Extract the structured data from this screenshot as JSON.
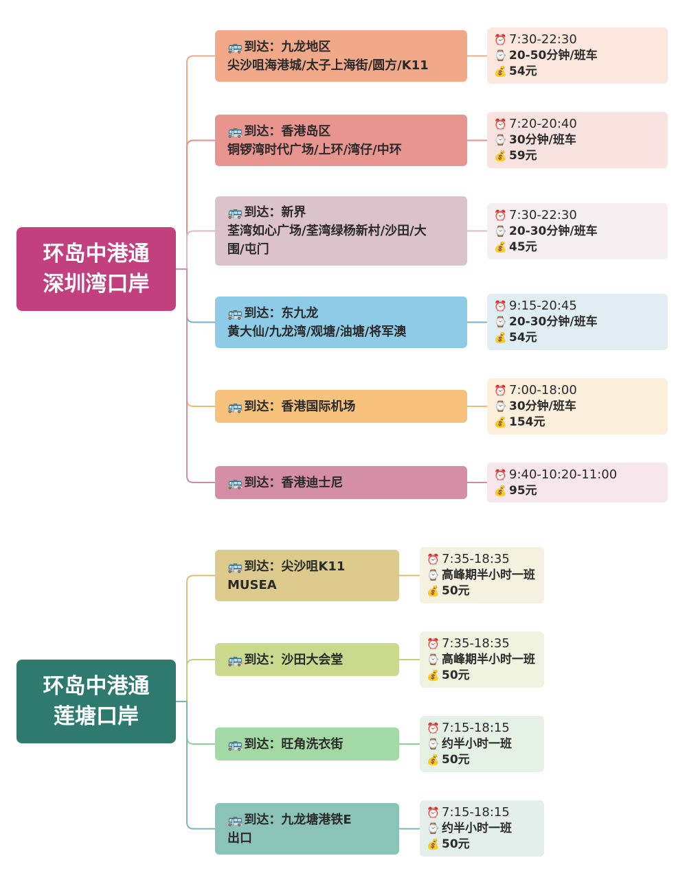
{
  "groups": [
    {
      "title": [
        "环岛中港通",
        "深圳湾口岸"
      ],
      "color": "#c2407e",
      "routes": [
        {
          "dest": "到达：九龙地区",
          "sub": [
            "尖沙咀海港城/太子上海街/圆方/K11"
          ],
          "color": "#f2a98a",
          "info_color": "#fbe7dd",
          "line_color": "#f0a885",
          "time": "7:30-22:30",
          "freq": "20-50分钟/班车",
          "price": "54元"
        },
        {
          "dest": "到达：香港岛区",
          "sub": [
            "铜锣湾时代广场/上环/湾仔/中环"
          ],
          "color": "#e8958f",
          "info_color": "#f9e3e1",
          "line_color": "#e58f89",
          "time": "7:20-20:40",
          "freq": "30分钟/班车",
          "price": "59元"
        },
        {
          "dest": "到达：新界",
          "sub": [
            "荃湾如心广场/荃湾绿杨新村/沙田/大",
            "围/屯门"
          ],
          "color": "#dcc2ca",
          "info_color": "#f6eef0",
          "line_color": "#d9bac4",
          "time": "7:30-22:30",
          "freq": "20-30分钟/班车",
          "price": "45元"
        },
        {
          "dest": "到达：东九龙",
          "sub": [
            "黄大仙/九龙湾/观塘/油塘/将军澳"
          ],
          "color": "#8dcbe6",
          "info_color": "#e0eef4",
          "line_color": "#6fb3d4",
          "time": "9:15-20:45",
          "freq": "20-30分钟/班车",
          "price": "54元"
        },
        {
          "dest": "到达：香港国际机场",
          "sub": [],
          "color": "#f6c27c",
          "info_color": "#fcf0dc",
          "line_color": "#f2bb6c",
          "time": "7:00-18:00",
          "freq": "30分钟/班车",
          "price": "154元"
        },
        {
          "dest": "到达：香港迪士尼",
          "sub": [],
          "color": "#d48ea6",
          "info_color": "#f7e6ec",
          "line_color": "#d08aa2",
          "time": "9:40-10:20-11:00",
          "freq": "",
          "price": "95元"
        }
      ]
    },
    {
      "title": [
        "环岛中港通",
        "莲塘口岸"
      ],
      "color": "#2f7a6e",
      "routes": [
        {
          "dest": "到达：尖沙咀K11",
          "sub": [
            "MUSEA"
          ],
          "color": "#dccb8c",
          "info_color": "#f5f2e2",
          "line_color": "#d8c27a",
          "time": "7:35-18:35",
          "freq": "高峰期半小时一班",
          "price": "50元"
        },
        {
          "dest": "到达：沙田大会堂",
          "sub": [],
          "color": "#cbd98f",
          "info_color": "#eff3e0",
          "line_color": "#bfd07c",
          "time": "7:35-18:35",
          "freq": "高峰期半小时一班",
          "price": "50元"
        },
        {
          "dest": "到达：旺角洗衣街",
          "sub": [],
          "color": "#a3d9a5",
          "info_color": "#e6f1e6",
          "line_color": "#8fd092",
          "time": "7:15-18:15",
          "freq": "约半小时一班",
          "price": "50元"
        },
        {
          "dest": "到达：九龙塘港铁E",
          "sub": [
            "出口"
          ],
          "color": "#8cc3b8",
          "info_color": "#e4efec",
          "line_color": "#78b8ab",
          "time": "7:15-18:15",
          "freq": "约半小时一班",
          "price": "50元"
        }
      ]
    }
  ],
  "icons": {
    "bus": "bus-icon",
    "alarm": "alarm-clock-icon",
    "watch": "watch-icon",
    "money": "money-bag-icon"
  }
}
